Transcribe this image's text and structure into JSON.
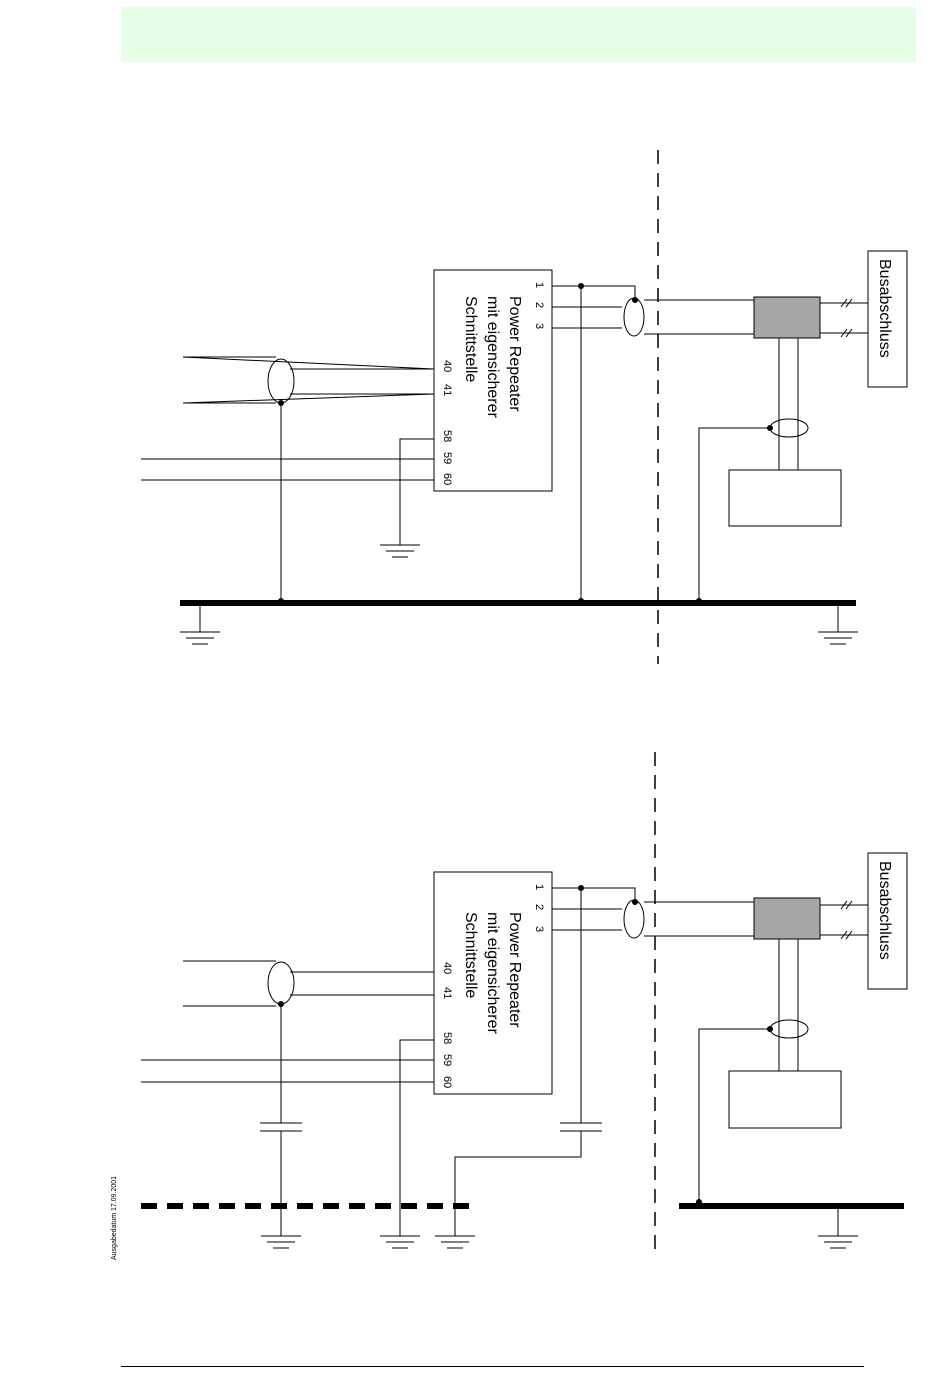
{
  "header": {
    "band_color": "#e6ffe6"
  },
  "footer": {
    "issue_date": "Ausgabedatum 17.09.2001"
  },
  "diagrams": [
    {
      "repeater": {
        "title_lines": [
          "Power Repeater",
          "mit eigensicherer",
          "Schnittstelle"
        ]
      },
      "terminals": {
        "t1": "1",
        "t2": "2",
        "t3": "3",
        "t40": "40",
        "t41": "41",
        "t58": "58",
        "t59": "59",
        "t60": "60"
      },
      "termination_label": "Busabschluss"
    },
    {
      "repeater": {
        "title_lines": [
          "Power Repeater",
          "mit eigensicherer",
          "Schnittstelle"
        ]
      },
      "terminals": {
        "t1": "1",
        "t2": "2",
        "t3": "3",
        "t40": "40",
        "t41": "41",
        "t58": "58",
        "t59": "59",
        "t60": "60"
      },
      "termination_label": "Busabschluss"
    }
  ],
  "colors": {
    "line": "#000000",
    "field_device_fill": "#a6a6a6"
  }
}
